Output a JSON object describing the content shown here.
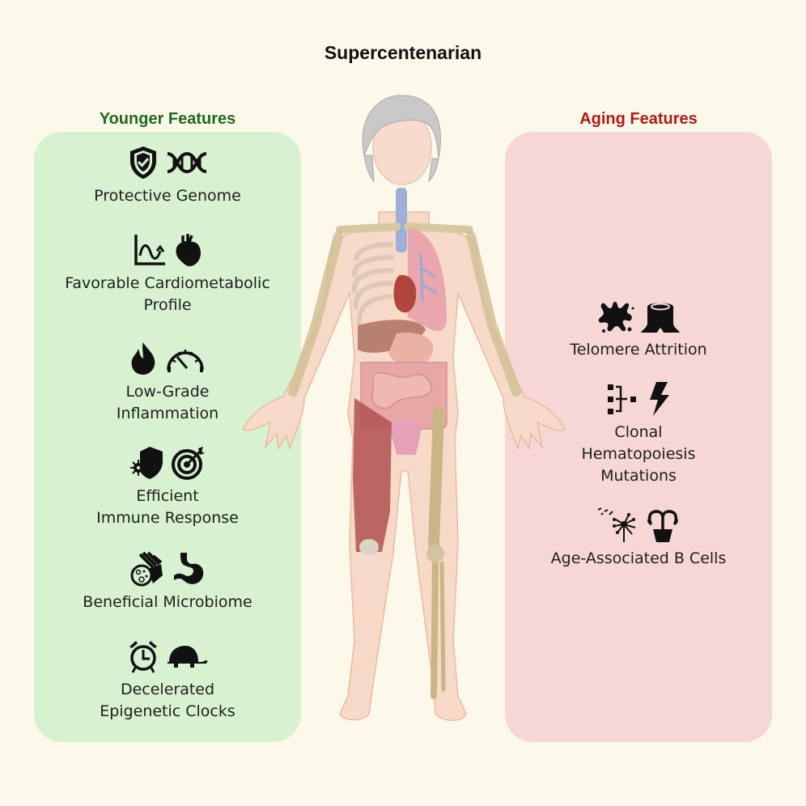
{
  "title": "Supercentenarian",
  "younger": {
    "heading": "Younger Features",
    "color": "#1e6a1e",
    "background": "#d8f2d1",
    "items": [
      {
        "label": "Protective Genome",
        "icons": [
          "shield-check-icon",
          "dna-icon"
        ]
      },
      {
        "label": "Favorable Cardiometabolic\nProfile",
        "icons": [
          "line-chart-icon",
          "heart-icon"
        ]
      },
      {
        "label": "Low-Grade\nInflammation",
        "icons": [
          "flame-icon",
          "gauge-icon"
        ]
      },
      {
        "label": "Efficient\nImmune Response",
        "icons": [
          "virus-shield-icon",
          "target-icon"
        ]
      },
      {
        "label": "Beneficial Microbiome",
        "icons": [
          "petri-dish-hand-icon",
          "stomach-icon"
        ]
      },
      {
        "label": "Decelerated\nEpigenetic Clocks",
        "icons": [
          "alarm-clock-icon",
          "turtle-icon"
        ]
      }
    ]
  },
  "aging": {
    "heading": "Aging Features",
    "color": "#b01818",
    "background": "#f7d6d6",
    "items": [
      {
        "label": "Telomere Attrition",
        "icons": [
          "splat-icon",
          "tree-stump-icon"
        ]
      },
      {
        "label": "Clonal\nHematopoiesis\nMutations",
        "icons": [
          "hierarchy-icon",
          "lightning-icon"
        ]
      },
      {
        "label": "Age-Associated B Cells",
        "icons": [
          "dandelion-icon",
          "wilted-plant-icon"
        ]
      }
    ]
  },
  "figure": {
    "description": "anatomical elderly woman with skeleton, organs and muscles"
  },
  "background": "#fdf9ea"
}
